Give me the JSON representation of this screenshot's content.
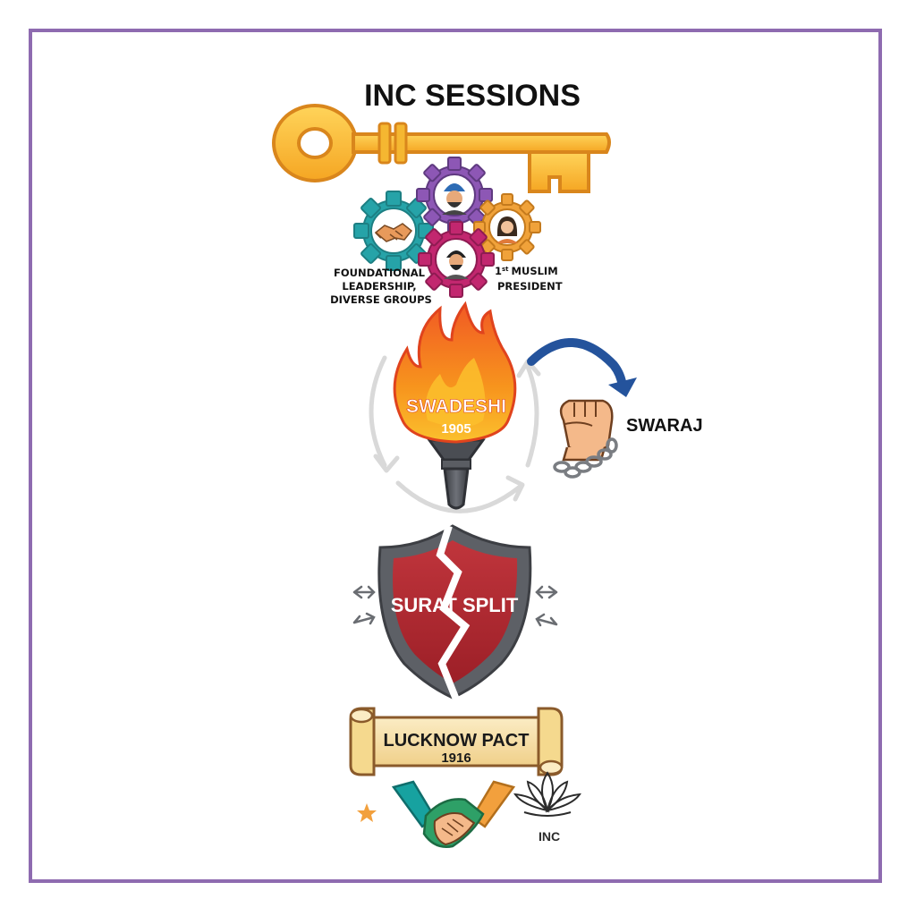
{
  "title": "INC SESSIONS",
  "gears": {
    "label_left_lines": [
      "FOUNDATIONAL",
      "LEADERSHIP,",
      "DIVERSE GROUPS"
    ],
    "label_right_number": "1",
    "label_right_sup": "st",
    "label_right_word": "MUSLIM",
    "label_right_line2": "PRESIDENT"
  },
  "torch": {
    "word": "SWADESHI",
    "year": "1905"
  },
  "swaraj": {
    "label": "SWARAJ"
  },
  "shield": {
    "label": "SURAT SPLIT"
  },
  "scroll": {
    "line1": "LUCKNOW PACT",
    "line2": "1916"
  },
  "bottom": {
    "inc_label": "INC"
  },
  "colors": {
    "frame": "#8e6bb0",
    "key": "#f5b731",
    "key_outline": "#d9861c",
    "gear_teal": "#26a3a8",
    "gear_purple": "#8d57b5",
    "gear_orange": "#f0a23a",
    "gear_magenta": "#c2276f",
    "flame_outer": "#f15a24",
    "flame_mid": "#f7941d",
    "flame_inner": "#fbc02d",
    "shield_red": "#b3262e",
    "shield_grey": "#5d6066",
    "scroll": "#f9e6b3",
    "arrow_blue": "#24539c",
    "crescent": "#1a8f8a",
    "star": "#f2a03d",
    "handshake_teal": "#17a2a0",
    "handshake_green": "#2ea067",
    "handshake_orange": "#f2a03d"
  }
}
